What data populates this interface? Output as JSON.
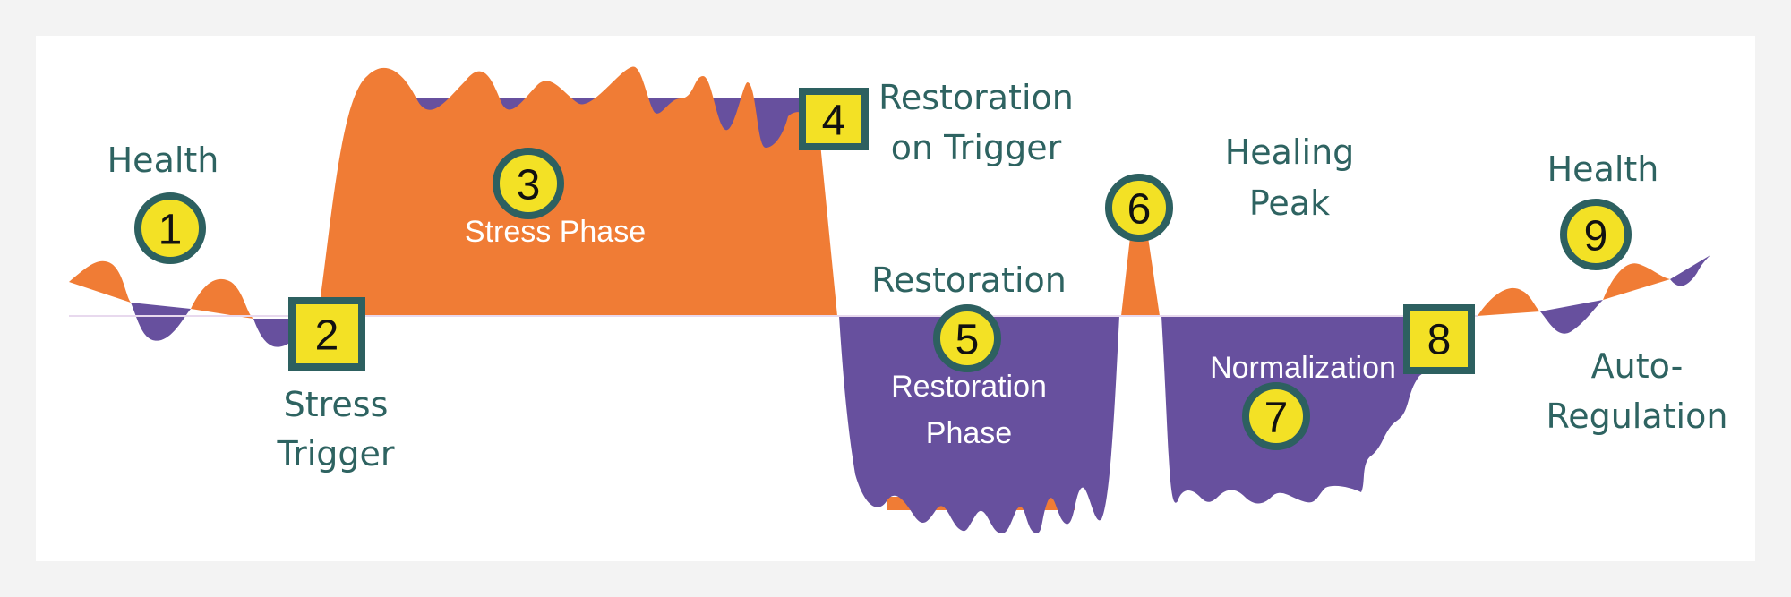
{
  "colors": {
    "stress": "#f07c35",
    "restoration": "#67509e",
    "label": "#2e6361",
    "badge_fill": "#f3e125",
    "badge_border": "#2d6060"
  },
  "labels": {
    "health_left": "Health",
    "stress_trigger": [
      "Stress",
      "Trigger"
    ],
    "stress_phase": "Stress Phase",
    "restoration_on_trigger": [
      "Restoration",
      "on Trigger"
    ],
    "restoration": "Restoration",
    "restoration_phase": [
      "Restoration",
      "Phase"
    ],
    "healing_peak": [
      "Healing",
      "Peak"
    ],
    "normalization": "Normalization",
    "health_right": "Health",
    "auto_regulation": [
      "Auto-",
      "Regulation"
    ]
  },
  "badges": [
    {
      "number": "1",
      "shape": "circle"
    },
    {
      "number": "2",
      "shape": "square"
    },
    {
      "number": "3",
      "shape": "circle"
    },
    {
      "number": "4",
      "shape": "square"
    },
    {
      "number": "5",
      "shape": "circle"
    },
    {
      "number": "6",
      "shape": "circle"
    },
    {
      "number": "7",
      "shape": "circle"
    },
    {
      "number": "8",
      "shape": "square"
    },
    {
      "number": "9",
      "shape": "circle"
    }
  ]
}
